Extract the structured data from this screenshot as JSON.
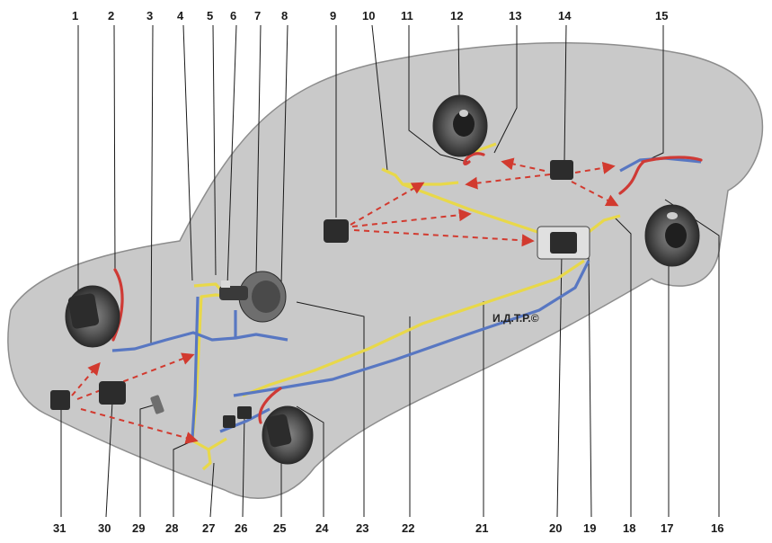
{
  "diagram": {
    "copyright": "И.Д.Т.Р.©",
    "callouts_top": [
      "1",
      "2",
      "3",
      "4",
      "5",
      "6",
      "7",
      "8",
      "9",
      "10",
      "11",
      "12",
      "13",
      "14",
      "15"
    ],
    "callouts_bottom": [
      "31",
      "30",
      "29",
      "28",
      "27",
      "26",
      "25",
      "24",
      "23",
      "22",
      "21",
      "20",
      "19",
      "18",
      "17",
      "16"
    ],
    "colors": {
      "body": "#c9c9c9",
      "body_outline": "#8d8d8d",
      "pipe_yellow": "#e8d84a",
      "pipe_blue": "#5877c2",
      "hose_red": "#cf3a35",
      "arrow_red": "#d23a2f",
      "component_dark": "#2c2c2c",
      "component_mid": "#6e6e6e",
      "leader": "#1a1a1a"
    },
    "icons": [
      "brake-disc-icon",
      "brake-drum-icon",
      "master-cylinder-icon",
      "pressure-regulator-icon",
      "brake-hose-icon",
      "bracket-icon"
    ]
  }
}
